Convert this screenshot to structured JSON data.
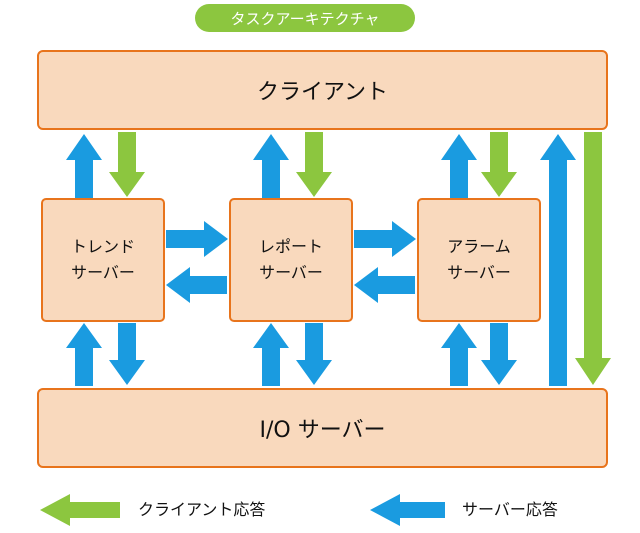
{
  "title": "タスクアーキテクチャ",
  "client": "クライアント",
  "io_server": "I/O サーバー",
  "servers": [
    {
      "line1": "トレンド",
      "line2": "サーバー"
    },
    {
      "line1": "レポート",
      "line2": "サーバー"
    },
    {
      "line1": "アラーム",
      "line2": "サーバー"
    }
  ],
  "legend": {
    "client_response": "クライアント応答",
    "server_response": "サーバー応答"
  },
  "colors": {
    "client_response_arrow": "#8cc63f",
    "server_response_arrow": "#1a9be0",
    "box_fill": "#f9d9bd",
    "box_border": "#e8741c"
  }
}
